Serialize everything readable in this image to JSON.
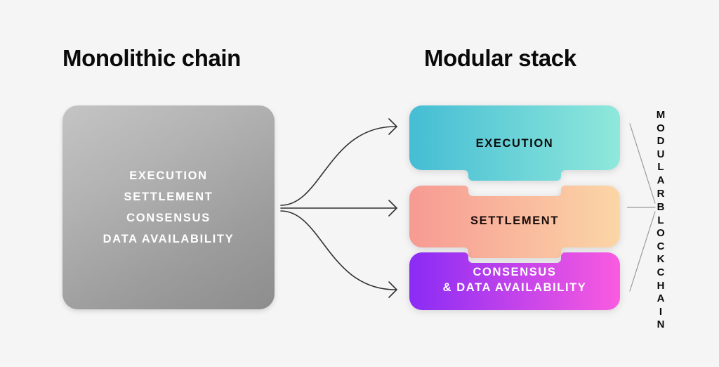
{
  "diagram": {
    "background_color": "#f5f5f5",
    "left": {
      "heading": "Monolithic chain",
      "block": {
        "name": "monolithic-chain-block",
        "gradient_from": "#c4c4c4",
        "gradient_to": "#8d8d8d",
        "text_color": "#ffffff",
        "layers": [
          "EXECUTION",
          "SETTLEMENT",
          "CONSENSUS",
          "DATA AVAILABILITY"
        ]
      }
    },
    "right": {
      "heading": "Modular stack",
      "blocks": [
        {
          "id": "execution",
          "label": "EXECUTION",
          "gradient_from": "#45bdd4",
          "gradient_to": "#8fe8db",
          "text_color": "#0a0a0a"
        },
        {
          "id": "settlement",
          "label": "SETTLEMENT",
          "gradient_from": "#f79a93",
          "gradient_to": "#fbd6a6",
          "text_color": "#1a0d0d"
        },
        {
          "id": "consensus",
          "label": "CONSENSUS\n& DATA AVAILABILITY",
          "gradient_from": "#8a2bf5",
          "gradient_to": "#fa5be0",
          "text_color": "#ffffff"
        }
      ],
      "side_label": {
        "line1": "M\nO\nD\nU\nL\nA\nR",
        "line2": "B\nL\nO\nC\nK\nC\nH\nA\nI\nN",
        "text": "MODULAR BLOCKCHAIN",
        "color": "#0a0a0a"
      }
    },
    "arrows": {
      "count": 3,
      "color": "#2f2f2f",
      "targets": [
        "execution",
        "settlement",
        "consensus"
      ]
    }
  }
}
